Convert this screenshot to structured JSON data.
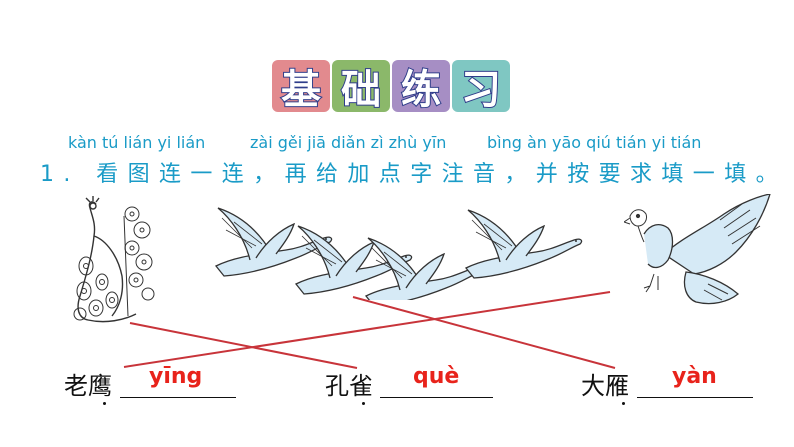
{
  "header": {
    "title_chars": [
      "基",
      "础",
      "练",
      "习"
    ],
    "tile_colors": [
      "#e28a8e",
      "#8bb86a",
      "#a68ec4",
      "#7fc7c2"
    ]
  },
  "question": {
    "pinyin": [
      "kàn tú lián yi lián",
      "zài gěi jiā diǎn zì zhù yīn",
      "bìng àn yāo qiú tián yi tián"
    ],
    "number": "1.",
    "text": "看图连一连，再给加点字注音，并按要求填一填。"
  },
  "pictures": [
    {
      "name": "peacock"
    },
    {
      "name": "wild geese"
    },
    {
      "name": "eagle"
    }
  ],
  "answers": [
    {
      "word": "老鹰",
      "pinyin": "yīng"
    },
    {
      "word": "孔雀",
      "pinyin": "què"
    },
    {
      "word": "大雁",
      "pinyin": "yàn"
    }
  ],
  "colors": {
    "accent_blue": "#1a9bc7",
    "answer_red": "#e8231b",
    "bird_fill": "#d6eaf6"
  }
}
